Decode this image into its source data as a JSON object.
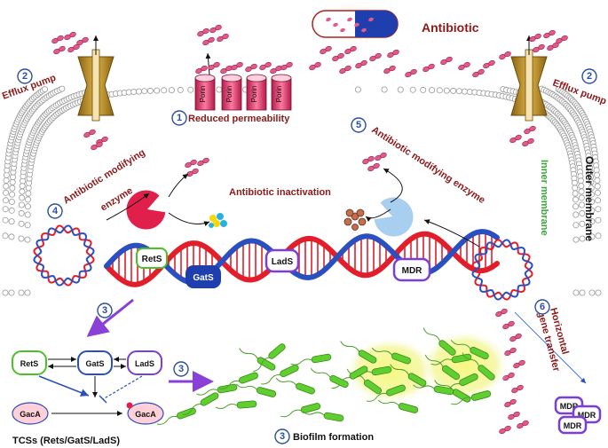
{
  "colors": {
    "membrane": "#9a9a9a",
    "efflux_pump": "#c59a2a",
    "porin": "#d94d7a",
    "antibiotic_dot": "#e05a8a",
    "dna_red": "#e11e2a",
    "dna_blue": "#2a4fc0",
    "bacteria": "#5fcf2f",
    "biofilm_glow": "#f2f58a",
    "label_red": "#8b1a1a",
    "label_green": "#3aa63a",
    "number_blue": "#2b4fa0",
    "arrow_purple": "#8a3fd6"
  },
  "labels": {
    "antibiotic": "Antibiotic",
    "efflux_pump_left": "Efflux pump",
    "efflux_pump_right": "Efflux pump",
    "reduced_permeability": "Reduced permeability",
    "antibiotic_modifying_enzyme_left_1": "Antibiotic modifying",
    "antibiotic_modifying_enzyme_left_2": "enzyme",
    "antibiotic_modifying_enzyme_right": "Antibiotic modifying enzyme",
    "antibiotic_inactivation": "Antibiotic inactivation",
    "inner_membrane": "Inner membrane",
    "outer_membrane": "Outer membrane",
    "horizontal_gene_transfer_1": "Horizontal",
    "horizontal_gene_transfer_2": "gene transfer",
    "biofilm_formation": "Biofilm formation",
    "tcs": "TCSs (Rets/GatS/LadS)"
  },
  "numbers": {
    "efflux_left": "2",
    "efflux_right": "2",
    "permeability": "1",
    "biofilm_arrow": "3",
    "tcs_arrow": "3",
    "biofilm_label": "3",
    "enzyme_left": "4",
    "enzyme_right": "5",
    "hgt": "6"
  },
  "porins": [
    "Porin",
    "Porin",
    "Porin",
    "Porin"
  ],
  "dna_tags": {
    "rets": "RetS",
    "gats": "GatS",
    "lads": "LadS",
    "mdr": "MDR"
  },
  "tcs_nodes": {
    "rets": "RetS",
    "gats": "GatS",
    "lads": "LadS",
    "gaca_left": "GacA",
    "gaca_right": "GacA"
  },
  "mdr_plasmids": [
    "MDR",
    "MDR",
    "MDR"
  ],
  "icons": [
    "efflux-pump-icon",
    "porin-icon",
    "capsule-icon",
    "enzyme-icon",
    "plasmid-icon",
    "bacterium-icon"
  ]
}
